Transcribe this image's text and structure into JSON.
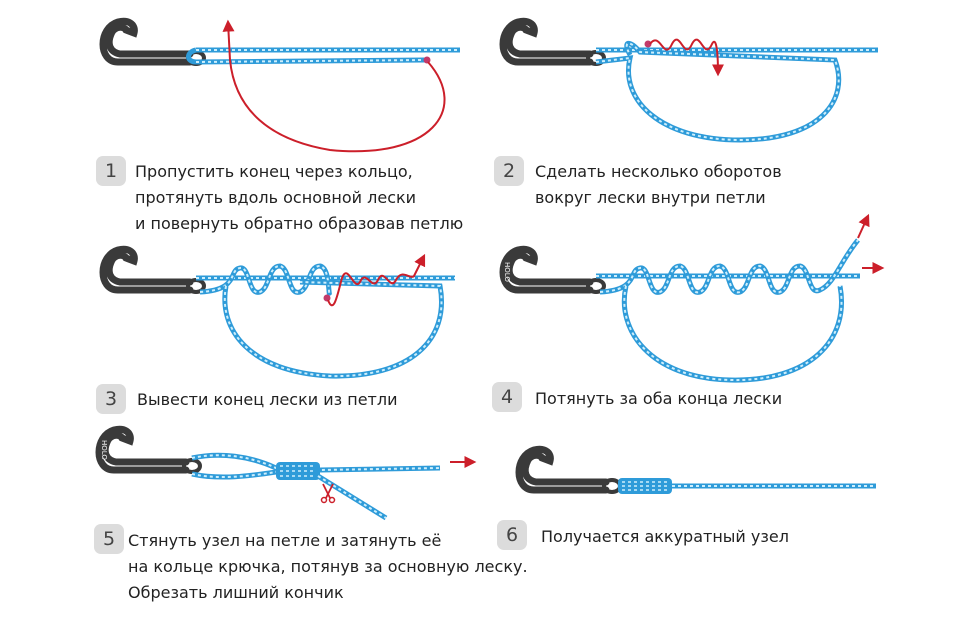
{
  "steps": [
    {
      "number": "1",
      "lines": [
        "Пропустить конец через кольцо,",
        "протянуть вдоль основной лески",
        "и повернуть обратно образовав петлю"
      ]
    },
    {
      "number": "2",
      "lines": [
        "Сделать несколько оборотов",
        "вокруг лески внутри петли"
      ]
    },
    {
      "number": "3",
      "lines": [
        "Вывести конец лески из петли"
      ]
    },
    {
      "number": "4",
      "lines": [
        "Потянуть за оба конца лески"
      ]
    },
    {
      "number": "5",
      "lines": [
        "Стянуть узел на петле и затянуть её",
        "на кольце крючка, потянув за основную леску.",
        "Обрезать лишний кончик"
      ]
    },
    {
      "number": "6",
      "lines": [
        "Получается аккуратный узел"
      ]
    }
  ],
  "colors": {
    "line": "#2e9bd9",
    "lineDash": "#cdeefc",
    "hook": "#3a3a3a",
    "arrow": "#cc1f2a",
    "badge": "#dcdcdc"
  },
  "hook_stamp": "HOLO",
  "icons": [
    "fish-hook-icon",
    "arrow-icon",
    "scissors-icon"
  ]
}
